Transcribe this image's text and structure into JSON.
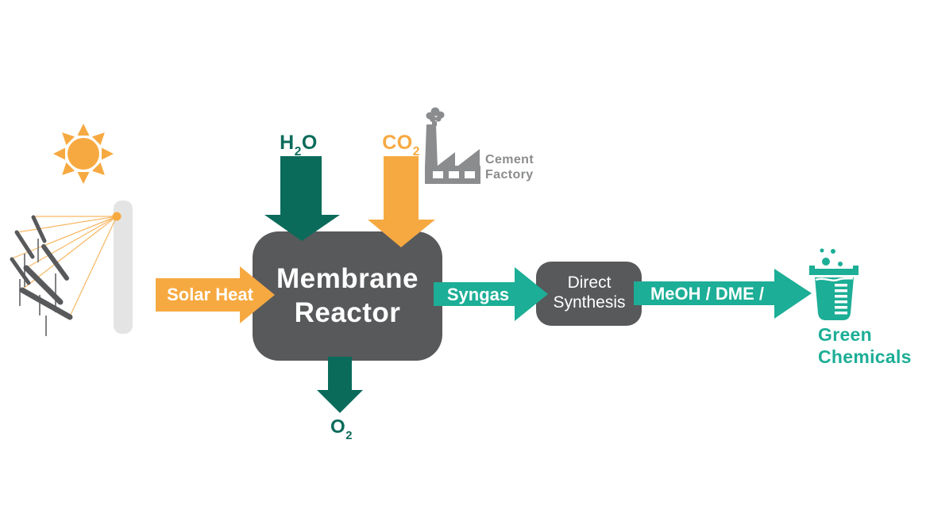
{
  "colors": {
    "orange": "#F7A941",
    "teal": "#1CAE96",
    "dark_teal": "#0B6B5B",
    "box_gray": "#58595B",
    "label_gray": "#8A8C8E",
    "receiver_gray": "#E4E4E4"
  },
  "inputs": {
    "solar_heat": {
      "label": "Solar Heat"
    },
    "h2o": {
      "main": "H",
      "sub": "2",
      "tail": "O"
    },
    "co2": {
      "main": "CO",
      "sub": "2"
    }
  },
  "cement_factory": {
    "line1": "Cement",
    "line2": "Factory"
  },
  "reactor": {
    "line1": "Membrane",
    "line2": "Reactor"
  },
  "synthesis": {
    "line1": "Direct",
    "line2": "Synthesis"
  },
  "outputs": {
    "o2": {
      "main": "O",
      "sub": "2"
    },
    "syngas": {
      "label": "Syngas"
    },
    "products": {
      "label": "MeOH / DME /"
    },
    "green_chemicals": {
      "line1": "Green",
      "line2": "Chemicals"
    }
  },
  "icons": {
    "sun": "sun-icon",
    "heliostats": "heliostat-field-icon",
    "receiver": "receiver-tower",
    "factory": "cement-factory-icon",
    "beaker": "beaker-icon"
  }
}
